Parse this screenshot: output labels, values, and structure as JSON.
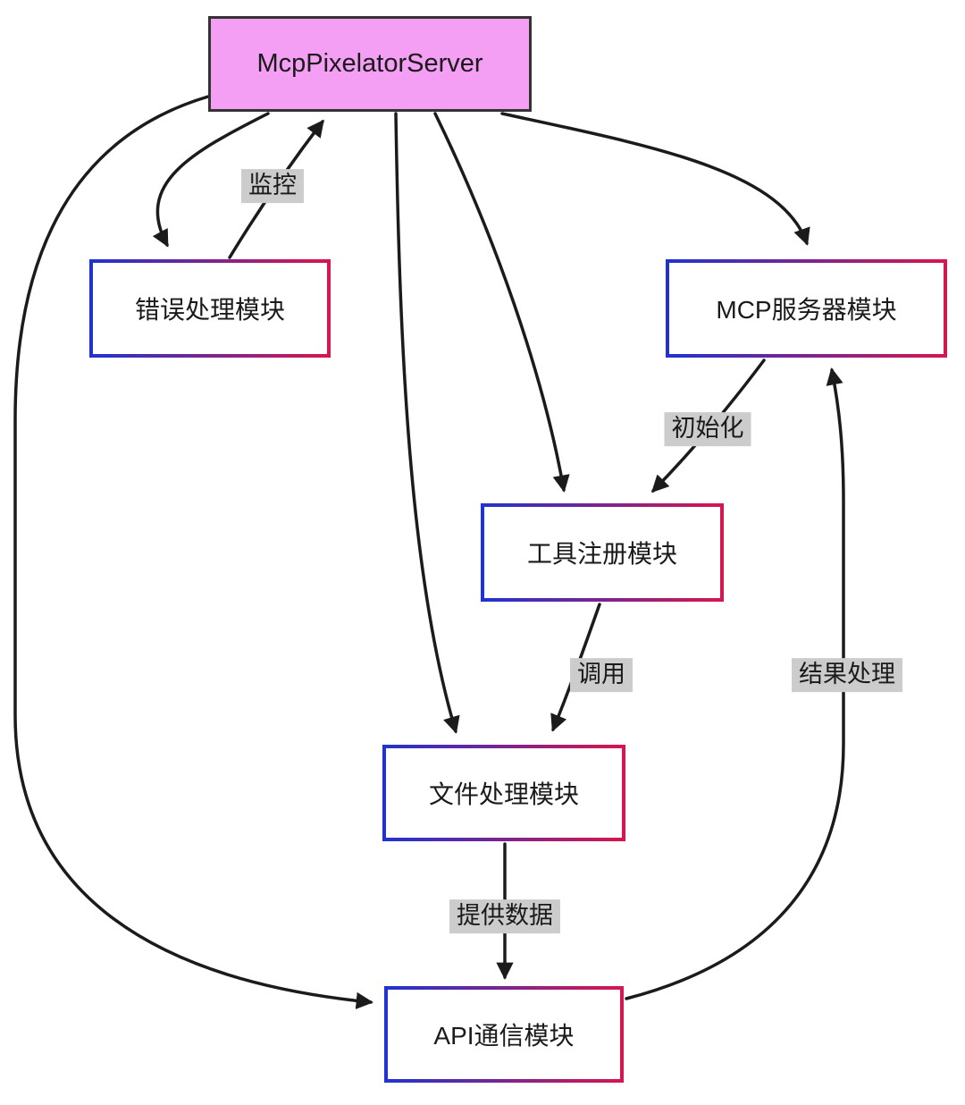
{
  "diagram": {
    "type": "flowchart",
    "nodes": [
      {
        "id": "server",
        "label": "McpPixelatorServer"
      },
      {
        "id": "error-module",
        "label": "错误处理模块"
      },
      {
        "id": "mcp-server-module",
        "label": "MCP服务器模块"
      },
      {
        "id": "tool-register-module",
        "label": "工具注册模块"
      },
      {
        "id": "file-process-module",
        "label": "文件处理模块"
      },
      {
        "id": "api-comm-module",
        "label": "API通信模块"
      }
    ],
    "edges": [
      {
        "from": "McpPixelatorServer",
        "to": "错误处理模块",
        "label": ""
      },
      {
        "from": "错误处理模块",
        "to": "McpPixelatorServer",
        "label": "监控"
      },
      {
        "from": "McpPixelatorServer",
        "to": "MCP服务器模块",
        "label": ""
      },
      {
        "from": "McpPixelatorServer",
        "to": "工具注册模块",
        "label": ""
      },
      {
        "from": "McpPixelatorServer",
        "to": "文件处理模块",
        "label": ""
      },
      {
        "from": "McpPixelatorServer",
        "to": "API通信模块",
        "label": ""
      },
      {
        "from": "MCP服务器模块",
        "to": "工具注册模块",
        "label": "初始化"
      },
      {
        "from": "工具注册模块",
        "to": "文件处理模块",
        "label": "调用"
      },
      {
        "from": "文件处理模块",
        "to": "API通信模块",
        "label": "提供数据"
      },
      {
        "from": "API通信模块",
        "to": "MCP服务器模块",
        "label": "结果处理"
      }
    ],
    "colors": {
      "server_fill": "#f49ef4",
      "server_border": "#333333",
      "module_fill": "#ffffff",
      "module_border_left": "#2133cf",
      "module_border_right": "#d6164e",
      "edge_color": "#1b1b1b",
      "edge_label_bg": "#cccccc",
      "text_color": "#1a1a1a"
    }
  }
}
